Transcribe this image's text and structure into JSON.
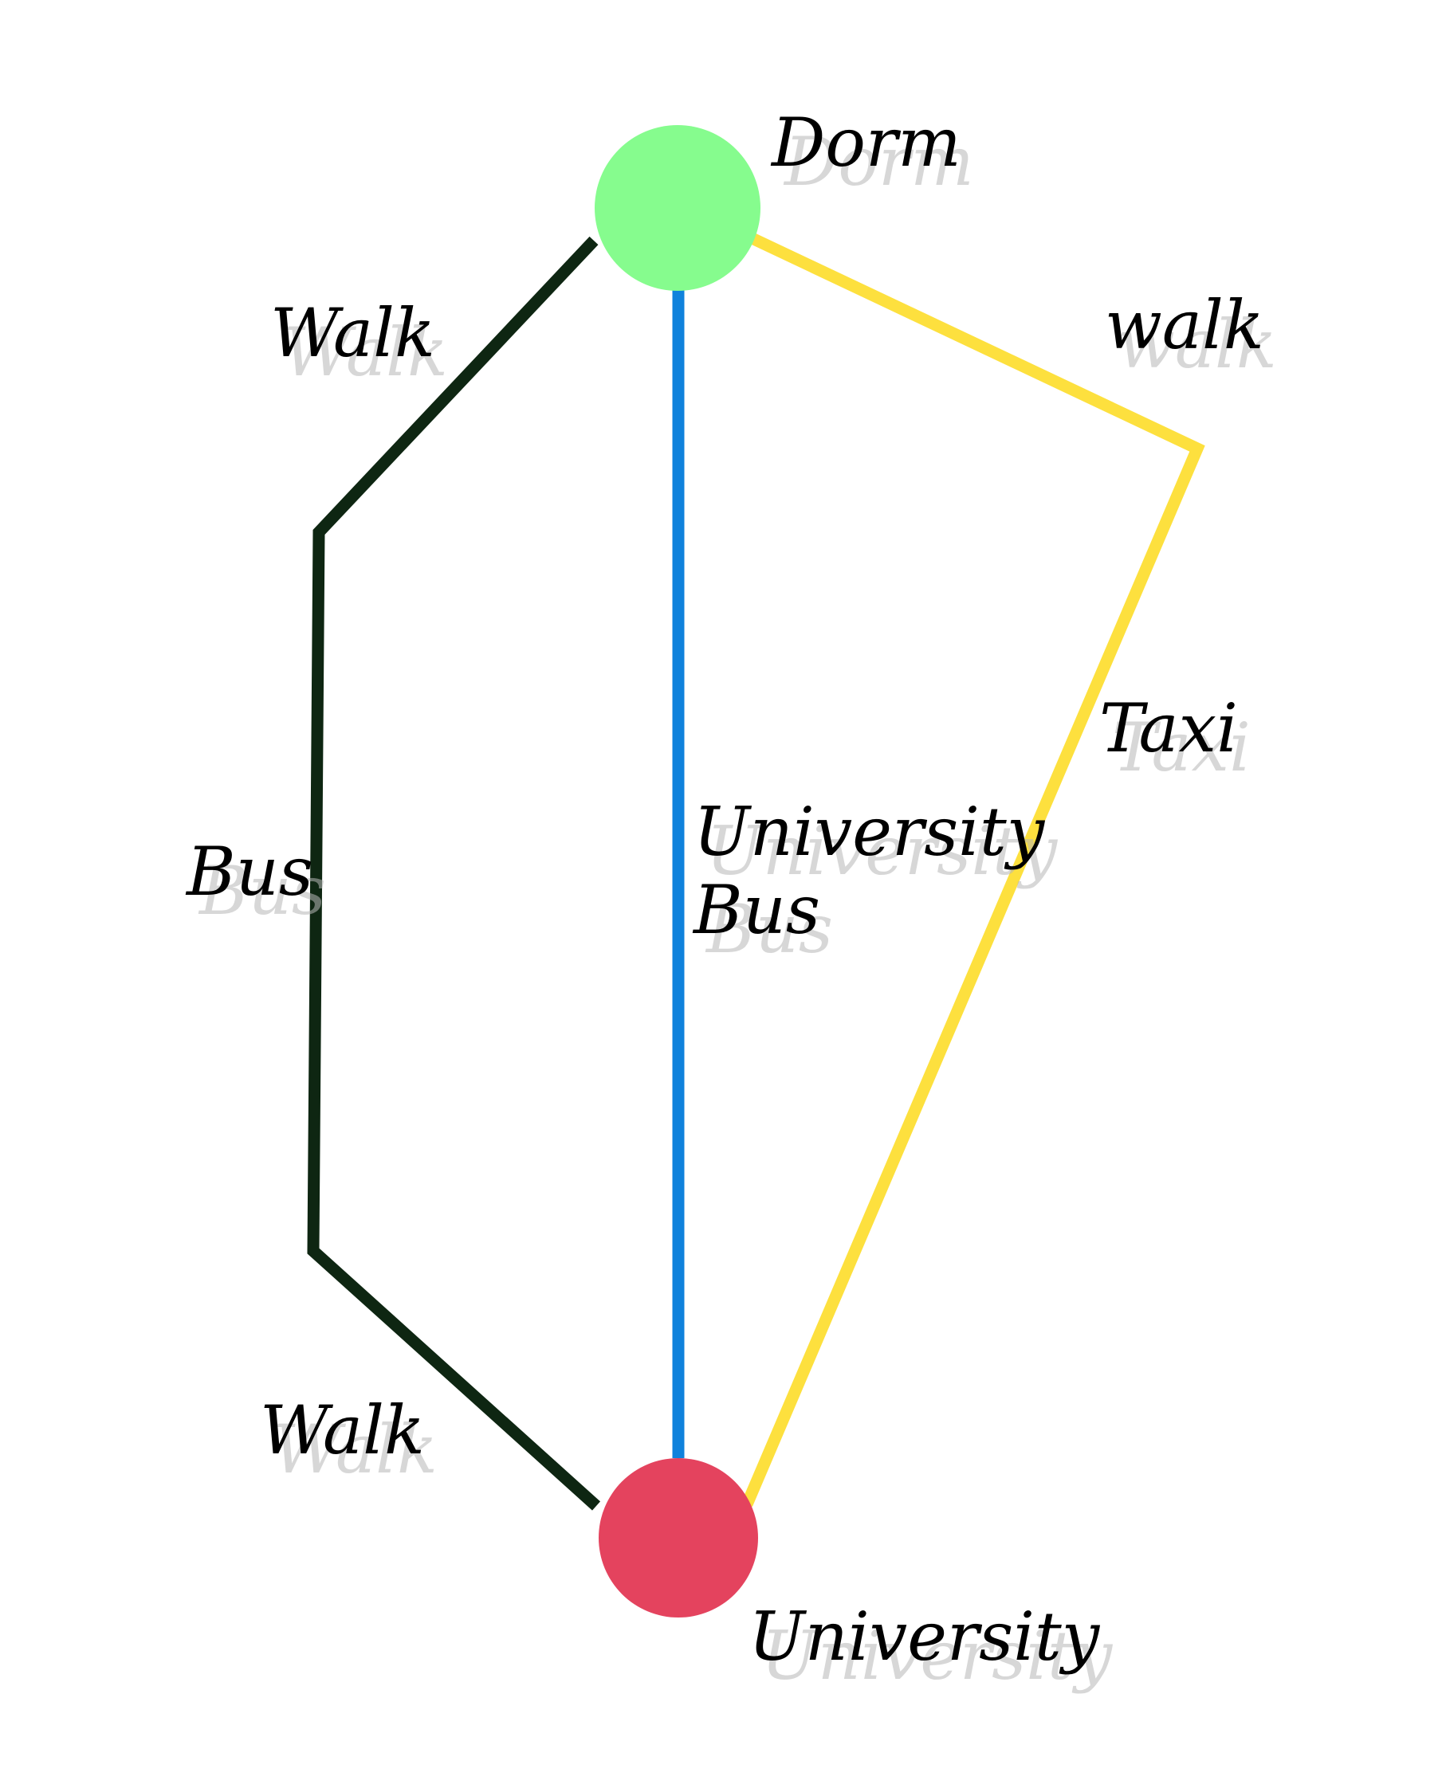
{
  "nodes": {
    "dorm": {
      "label": "Dorm",
      "color": "#86fc8e"
    },
    "university": {
      "label": "University",
      "color": "#e4435e"
    }
  },
  "routes": {
    "left": {
      "color": "#0e2612",
      "segments": {
        "top": {
          "label": "Walk"
        },
        "middle": {
          "label": "Bus"
        },
        "bottom": {
          "label": "Walk"
        }
      }
    },
    "center": {
      "color": "#1082dc",
      "label_line1": "University",
      "label_line2": "Bus"
    },
    "right": {
      "color": "#fde03e",
      "segments": {
        "top": {
          "label": "walk"
        },
        "bottom": {
          "label": "Taxi"
        }
      }
    }
  }
}
